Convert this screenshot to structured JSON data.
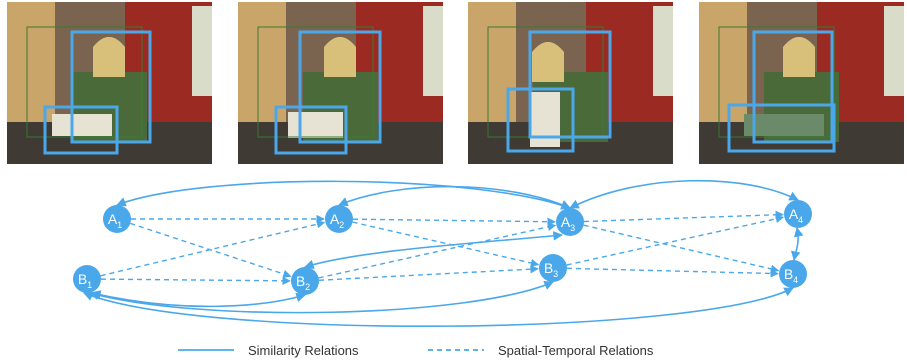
{
  "frames": [
    {
      "name": "frame-1"
    },
    {
      "name": "frame-2"
    },
    {
      "name": "frame-3"
    },
    {
      "name": "frame-4"
    }
  ],
  "graph": {
    "node_color": "#4aa8ea",
    "edge_color": "#4aa8ea",
    "nodes": [
      {
        "id": "A1",
        "letter": "A",
        "index": "1"
      },
      {
        "id": "A2",
        "letter": "A",
        "index": "2"
      },
      {
        "id": "A3",
        "letter": "A",
        "index": "3"
      },
      {
        "id": "A4",
        "letter": "A",
        "index": "4"
      },
      {
        "id": "B1",
        "letter": "B",
        "index": "1"
      },
      {
        "id": "B2",
        "letter": "B",
        "index": "2"
      },
      {
        "id": "B3",
        "letter": "B",
        "index": "3"
      },
      {
        "id": "B4",
        "letter": "B",
        "index": "4"
      }
    ],
    "similarity_edges": [
      [
        "A1",
        "A3"
      ],
      [
        "A2",
        "A3"
      ],
      [
        "A3",
        "A4"
      ],
      [
        "A3",
        "B2"
      ],
      [
        "B1",
        "B2"
      ],
      [
        "B1",
        "B3"
      ],
      [
        "B1",
        "B4"
      ],
      [
        "A4",
        "B4"
      ]
    ],
    "spatial_temporal_edges": [
      [
        "A1",
        "A2"
      ],
      [
        "A2",
        "A3"
      ],
      [
        "A3",
        "A4"
      ],
      [
        "A1",
        "B2"
      ],
      [
        "B1",
        "A2"
      ],
      [
        "B1",
        "B2"
      ],
      [
        "B2",
        "B3"
      ],
      [
        "B3",
        "B4"
      ],
      [
        "A2",
        "B3"
      ],
      [
        "B2",
        "A3"
      ],
      [
        "A3",
        "B4"
      ],
      [
        "B3",
        "A4"
      ]
    ]
  },
  "legend": {
    "similarity_label": "Similarity Relations",
    "spatial_temporal_label": "Spatial-Temporal Relations"
  }
}
